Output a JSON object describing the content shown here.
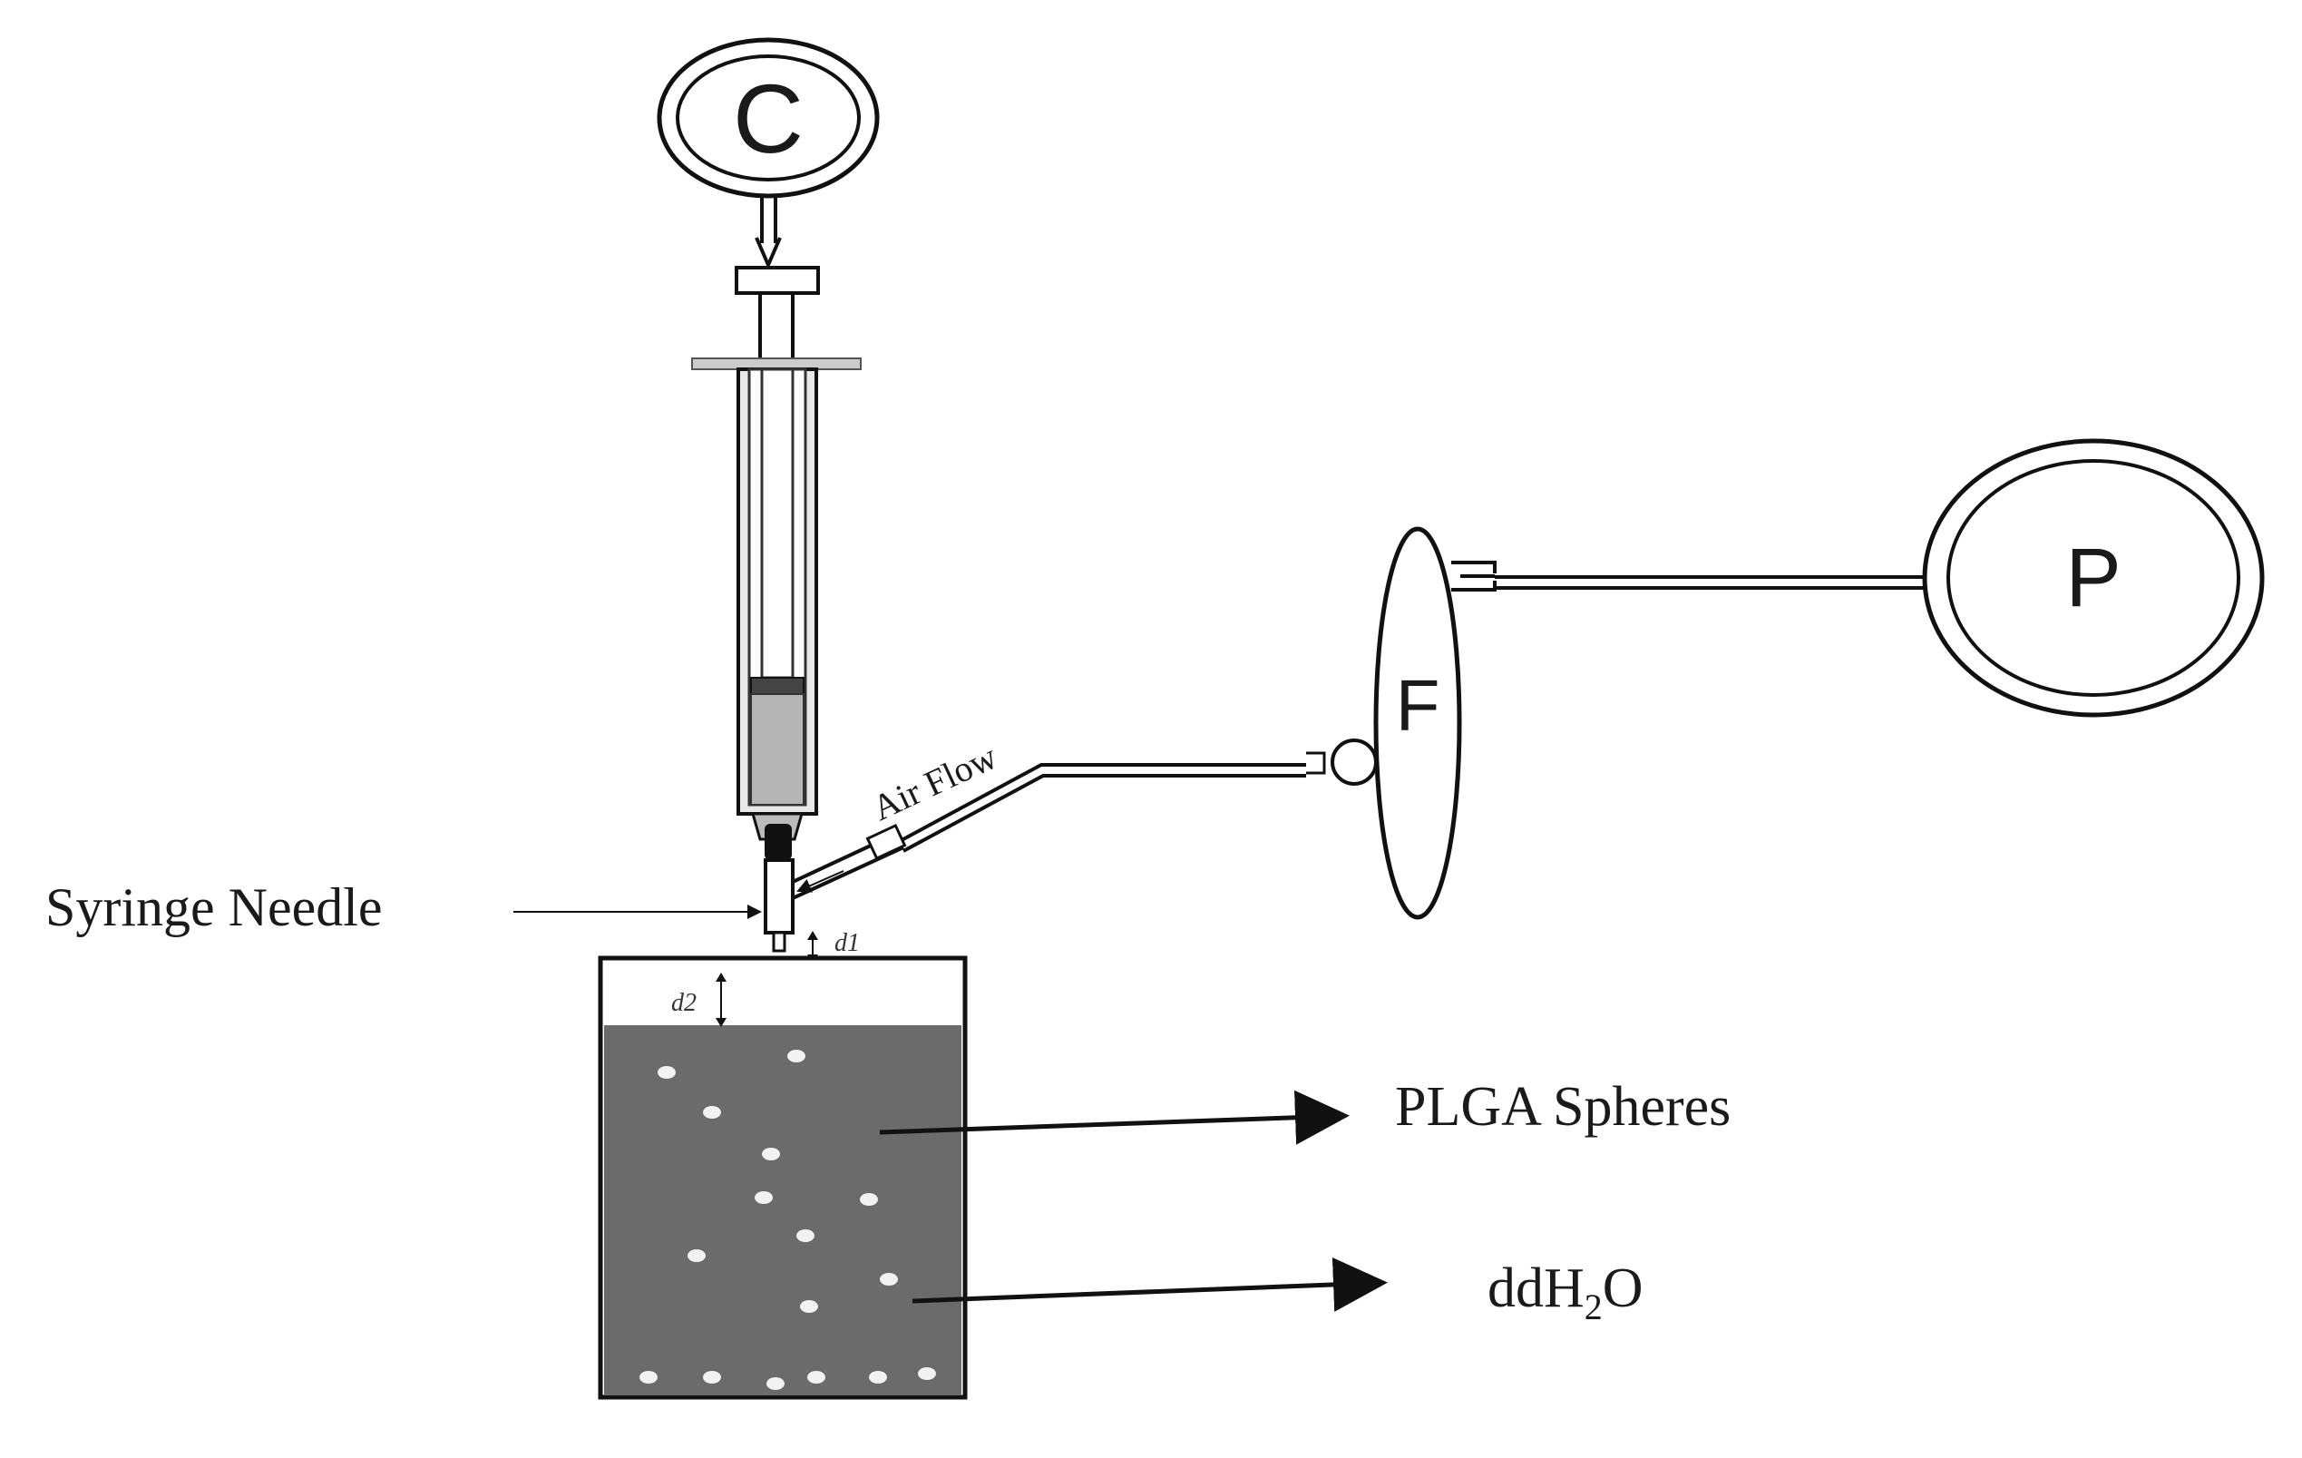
{
  "labels": {
    "controller": "C",
    "pump": "P",
    "filter": "F",
    "air_flow": "Air Flow",
    "syringe_needle": "Syringe Needle",
    "d1": "d1",
    "d2": "d2",
    "plga_spheres": "PLGA Spheres",
    "water_prefix": "ddH",
    "water_sub": "2",
    "water_suffix": "O"
  },
  "colors": {
    "stroke": "#1a1a1a",
    "liquid": "#6b6b6b",
    "syringe_fill": "#b5b5b5",
    "sphere": "#f2f2f2"
  }
}
